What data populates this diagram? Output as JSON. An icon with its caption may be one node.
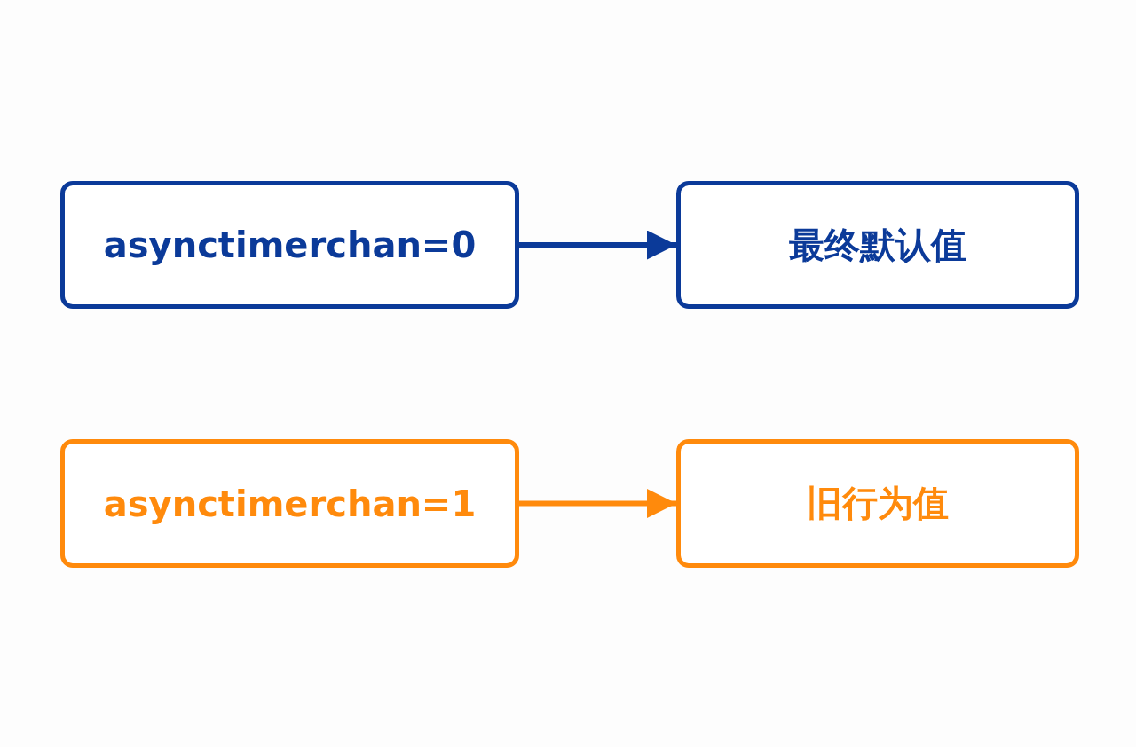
{
  "diagram": {
    "nodes": [
      {
        "text": [
          "asynctimerchan=0"
        ]
      },
      {
        "text": [
          "最终默认值"
        ]
      },
      {
        "text": [
          "asynctimerchan=1"
        ]
      },
      {
        "text": [
          "旧行为值"
        ]
      }
    ],
    "edges": [
      {
        "from": 0,
        "to": 1,
        "arrow": "to",
        "color": "#0b3a99"
      },
      {
        "from": 2,
        "to": 3,
        "arrow": "to",
        "color": "#ff8a0c"
      }
    ]
  }
}
